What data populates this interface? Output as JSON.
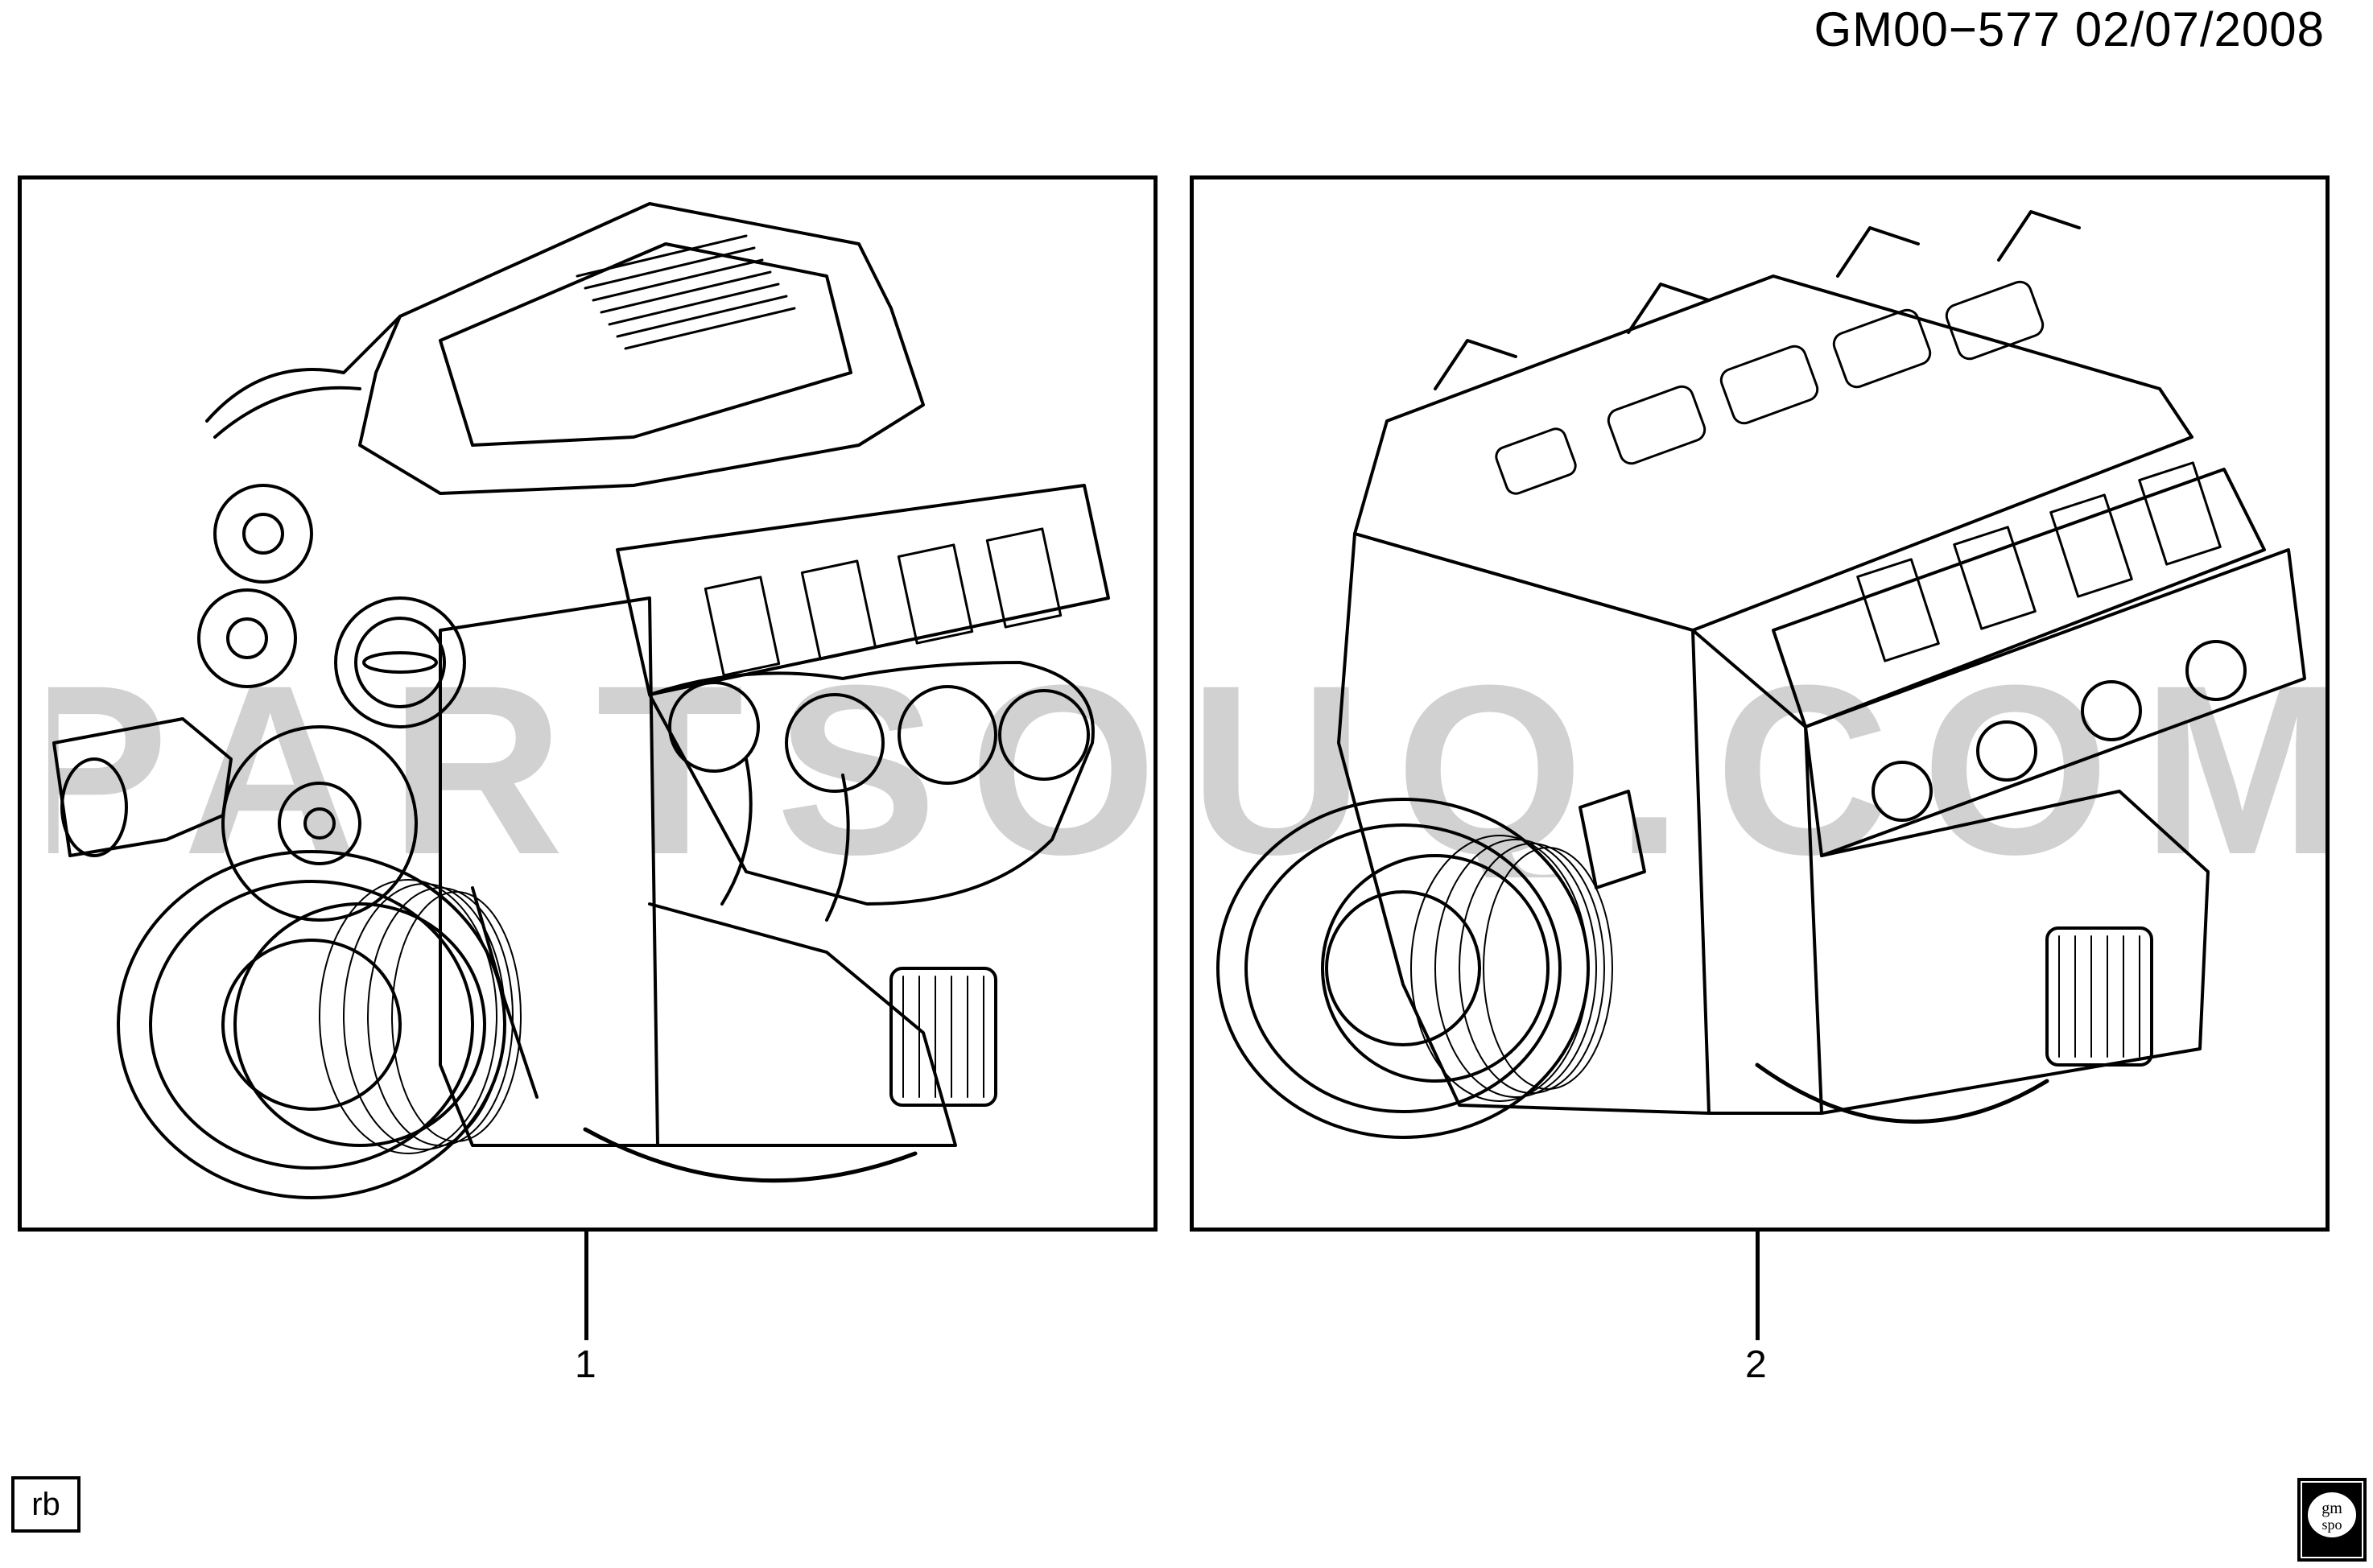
{
  "header": {
    "code": "GM00−577  02/07/2008"
  },
  "panels": [
    {
      "callout": "1"
    },
    {
      "callout": "2"
    }
  ],
  "watermark": {
    "text": "PARTSOUQ.COM"
  },
  "footer": {
    "stamp": "rb",
    "logo_text": "gm\nspo"
  }
}
